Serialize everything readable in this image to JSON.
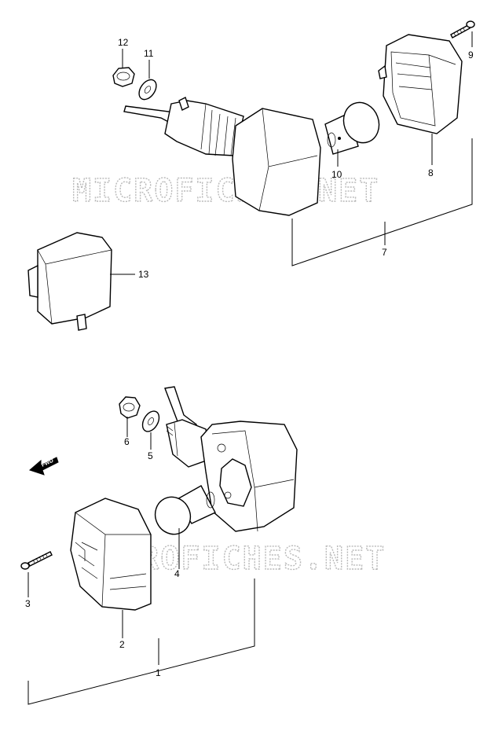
{
  "watermark": "MICROFICHES.NET",
  "fwd_label": "FWD",
  "callouts": {
    "c1": "1",
    "c2": "2",
    "c3": "3",
    "c4": "4",
    "c5": "5",
    "c6": "6",
    "c7": "7",
    "c8": "8",
    "c9": "9",
    "c10": "10",
    "c11": "11",
    "c12": "12",
    "c13": "13"
  },
  "parts": {
    "p1": "front turn signal lamp assembly",
    "p2": "front lens",
    "p3": "lens screw",
    "p4": "bulb",
    "p5": "washer",
    "p6": "nut",
    "p7": "rear turn signal lamp assembly",
    "p8": "rear lens",
    "p9": "lens screw",
    "p10": "bulb",
    "p11": "washer",
    "p12": "nut",
    "p13": "turn signal relay"
  }
}
